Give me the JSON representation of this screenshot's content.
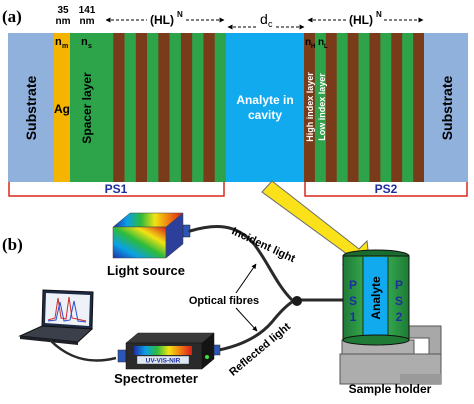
{
  "panel_a": {
    "panel_label": "(a)",
    "dim_metal_value": "35",
    "dim_metal_unit": "nm",
    "dim_spacer_value": "141",
    "dim_spacer_unit": "nm",
    "hl_left": "(HL)",
    "hl_right": "(HL)",
    "hl_sup": "N",
    "dc": "d",
    "dc_sub": "c",
    "n_m": "n",
    "n_m_sub": "m",
    "n_s": "n",
    "n_s_sub": "s",
    "n_h": "n",
    "n_h_sub": "H",
    "n_l": "n",
    "n_l_sub": "L",
    "substrate_left": "Substrate",
    "ag": "Ag",
    "spacer_layer": "Spacer layer",
    "analyte_line1": "Analyte in",
    "analyte_line2": "cavity",
    "high_index_layer": "High index layer",
    "low_index_layer": "Low index layer",
    "substrate_right": "Substrate",
    "ps1": "PS1",
    "ps2": "PS2",
    "colors": {
      "substrate": "#8fb1dc",
      "ag": "#f4b400",
      "green": "#2da44a",
      "brown": "#7a3b1a",
      "cavity": "#11aaee",
      "red": "#d9291c"
    }
  },
  "panel_b": {
    "panel_label": "(b)",
    "light_source": "Light source",
    "incident_light": "Incident light",
    "optical_fibres": "Optical fibres",
    "reflected_light": "Reflected light",
    "spectrometer": "Spectrometer",
    "spectrometer_badge": "UV-VIS-NIR",
    "ps_left_top": "P",
    "ps_left_mid": "S",
    "ps_left_bot": "1",
    "analyte": "Analyte",
    "ps_right_top": "P",
    "ps_right_mid": "S",
    "ps_right_bot": "2",
    "sample_holder": "Sample holder",
    "icons": [
      "laptop-icon",
      "light-source-icon",
      "spectrometer-icon",
      "sample-cell-icon"
    ]
  }
}
